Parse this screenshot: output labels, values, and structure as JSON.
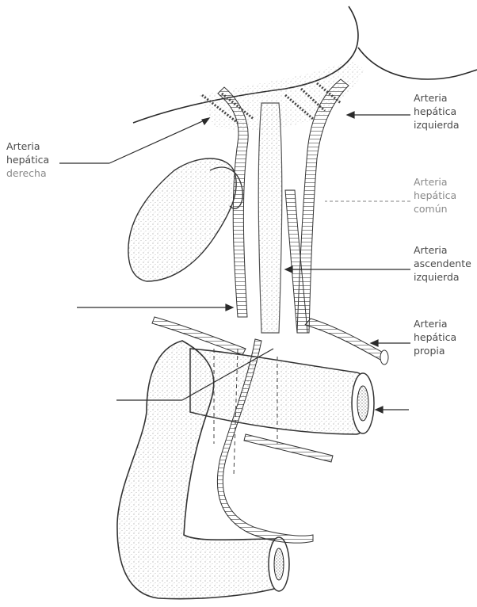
{
  "labels": {
    "hepatica_derecha": [
      "Arteria",
      "hepática",
      "derecha"
    ],
    "hepatica_izquierda": [
      "Arteria",
      "hepática",
      "izquierda"
    ],
    "hepatica_comun": [
      "Arteria",
      "hepática",
      "común"
    ],
    "ascendente_izquierda": [
      "Arteria",
      "ascendente",
      "izquierda"
    ],
    "hepatica_propia": [
      "Arteria",
      "hepática",
      "propia"
    ]
  },
  "colors": {
    "ink": "#2b2b2b",
    "label": "#4a4a4a",
    "stipple": "#9a9a9a"
  }
}
